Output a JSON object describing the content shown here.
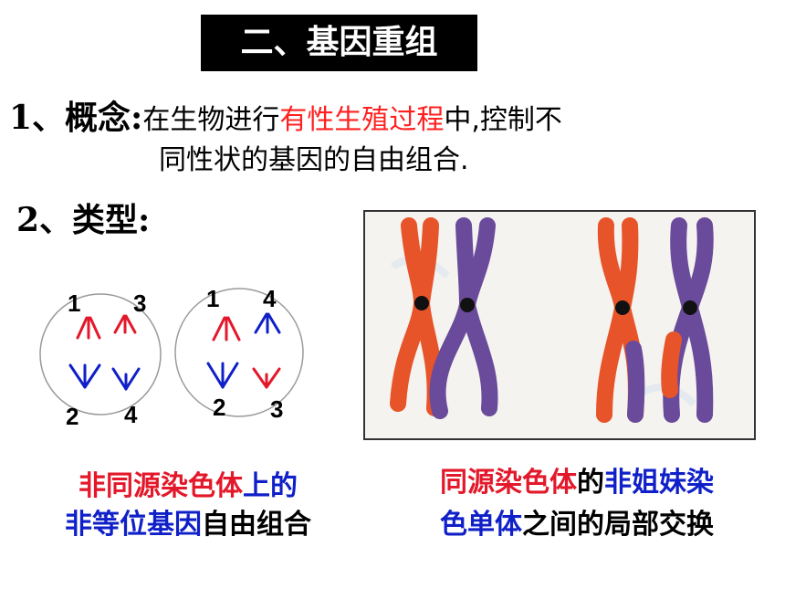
{
  "title": "二、基因重组",
  "concept": {
    "label": "1、概念:",
    "text_pre": "在生物进行",
    "text_red": "有性生殖过程",
    "text_post": "中,控制不",
    "line2": "同性状的基因的自由组合."
  },
  "types": {
    "label": "2、类型:"
  },
  "cells": [
    {
      "top_left": "1",
      "top_right": "3",
      "bottom_left": "2",
      "bottom_right": "4"
    },
    {
      "top_left": "1",
      "top_right": "4",
      "bottom_left": "2",
      "bottom_right": "3"
    }
  ],
  "caption_left": {
    "l1_red": "非同源染色体",
    "l1_blue": "上的",
    "l2_blue": "非等位基因",
    "l2_black": "自由组合"
  },
  "caption_right": {
    "l1_red": "同源染色体",
    "l1_black": "的",
    "l1_blue": "非姐妹染",
    "l2_blue": "色单体",
    "l2_black": "之间的局部交换"
  },
  "colors": {
    "red": "#e3182a",
    "blue": "#1020c8",
    "chromosome_orange": "#e8542a",
    "chromosome_purple": "#6a4a9a"
  }
}
